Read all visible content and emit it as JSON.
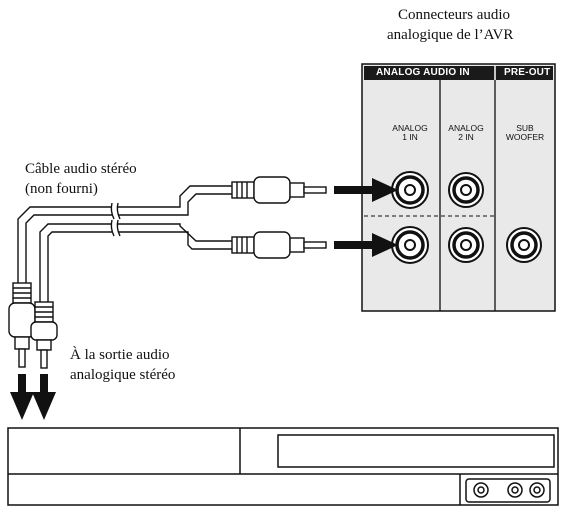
{
  "avr": {
    "caption_line1": "Connecteurs audio",
    "caption_line2": "analogique de l’AVR",
    "header_analog": "ANALOG AUDIO IN",
    "header_preout": "PRE-OUT",
    "jack1_line1": "ANALOG",
    "jack1_line2": "1 IN",
    "jack2_line1": "ANALOG",
    "jack2_line2": "2 IN",
    "jack3_line1": "SUB",
    "jack3_line2": "WOOFER"
  },
  "cable": {
    "label_line1": "Câble audio stéréo",
    "label_line2": "(non fourni)"
  },
  "source": {
    "label_line1": "À la sortie audio",
    "label_line2": "analogique stéréo"
  },
  "colors": {
    "line": "#111111",
    "panel_fill": "#e9e9e9",
    "header_fill": "#1a1a1a"
  }
}
